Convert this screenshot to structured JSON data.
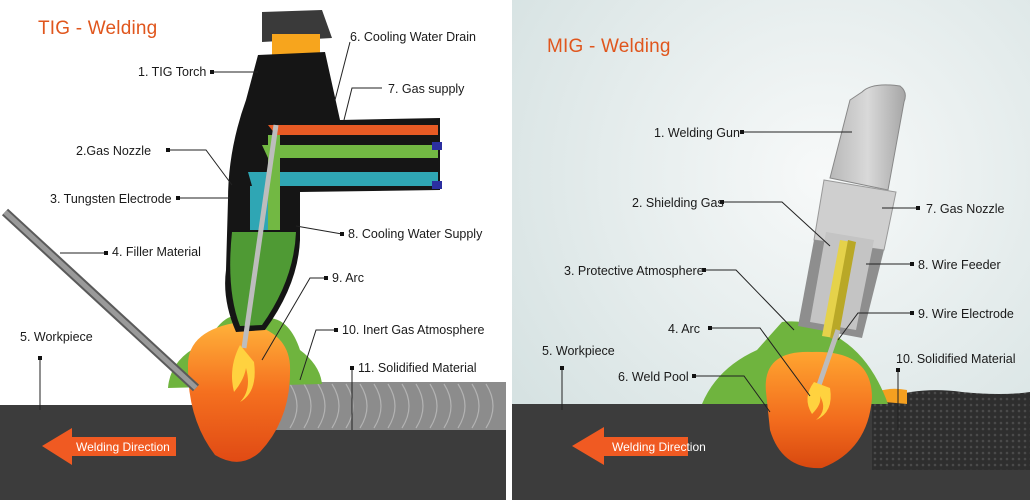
{
  "tig": {
    "title": "TIG - Welding",
    "labels": {
      "torch": "1. TIG Torch",
      "nozzle": "2.Gas Nozzle",
      "tungsten": "3. Tungsten Electrode",
      "filler": "4. Filler Material",
      "workpiece": "5. Workpiece",
      "drain": "6. Cooling Water Drain",
      "gas": "7. Gas supply",
      "water_supply": "8. Cooling Water Supply",
      "arc": "9. Arc",
      "inert": "10. Inert Gas Atmosphere",
      "solidified": "11. Solidified Material"
    },
    "direction": "Welding Direction"
  },
  "mig": {
    "title": "MIG - Welding",
    "labels": {
      "gun": "1. Welding Gun",
      "shielding": "2. Shielding Gas",
      "protective": "3. Protective Atmosphere",
      "arc": "4. Arc",
      "workpiece": "5. Workpiece",
      "pool": "6. Weld Pool",
      "nozzle": "7. Gas Nozzle",
      "feeder": "8. Wire Feeder",
      "electrode": "9. Wire Electrode",
      "solidified": "10. Solidified Material"
    },
    "direction": "Welding Direction"
  },
  "colors": {
    "title": "#e0561d",
    "arrow": "#f05a22",
    "ground": "#3c3c3c",
    "gas_green": "#6fb43e",
    "pool_orange": "#f26b1d"
  }
}
